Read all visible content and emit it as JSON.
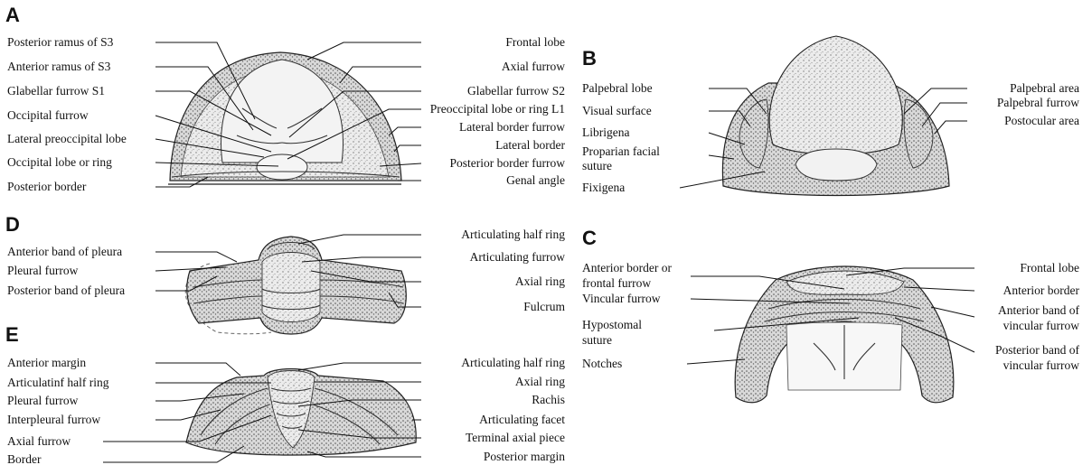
{
  "panels": {
    "A": {
      "letter": "A",
      "left": [
        "Posterior ramus of S3",
        "Anterior ramus of S3",
        "Glabellar furrow S1",
        "Occipital furrow",
        "Lateral preoccipital lobe",
        "Occipital lobe or ring",
        "Posterior border"
      ],
      "right": [
        "Frontal lobe",
        "Axial furrow",
        "Glabellar furrow S2",
        "Preoccipital lobe or ring L1",
        "Lateral border furrow",
        "Lateral border",
        "Posterior border furrow",
        "Genal angle"
      ]
    },
    "B": {
      "letter": "B",
      "left": [
        "Palpebral lobe",
        "Visual surface",
        "Librigena",
        "Proparian facial",
        "suture",
        "Fixigena"
      ],
      "right": [
        "Palpebral area",
        "Palpebral furrow",
        "Postocular area"
      ]
    },
    "C": {
      "letter": "C",
      "left": [
        "Anterior border or",
        "frontal furrow",
        "Vincular furrow",
        "Hypostomal",
        "suture",
        "Notches"
      ],
      "right": [
        "Frontal lobe",
        "Anterior border",
        "Anterior band of",
        "vincular furrow",
        "Posterior band of",
        "vincular furrow"
      ]
    },
    "D": {
      "letter": "D",
      "left": [
        "Anterior band of pleura",
        "Pleural furrow",
        "Posterior band of pleura"
      ],
      "right": [
        "Articulating half ring",
        "Articulating furrow",
        "Axial ring",
        "Fulcrum"
      ]
    },
    "E": {
      "letter": "E",
      "left": [
        "Anterior margin",
        "Articulatinf half ring",
        "Pleural furrow",
        "Interpleural furrow",
        "Axial furrow",
        "Border"
      ],
      "right": [
        "Articulating half ring",
        "Axial ring",
        "Rachis",
        "Articulating facet",
        "Terminal axial piece",
        "Posterior margin"
      ]
    }
  }
}
